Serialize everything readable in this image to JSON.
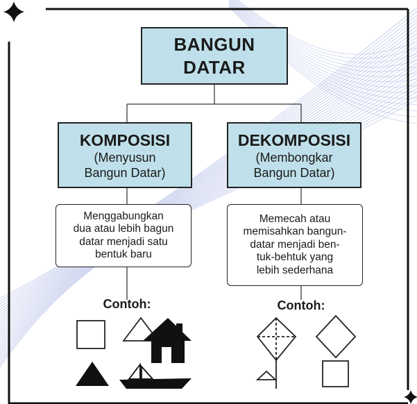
{
  "title": {
    "line1": "BANGUN",
    "line2": "DATAR"
  },
  "left": {
    "title": "KOMPOSISI",
    "subtitle_line1": "(Menyusun",
    "subtitle_line2": "Bangun Datar)",
    "description": [
      "Menggabungkan",
      "dua atau lebih bagun",
      "datar menjadi satu",
      "bentuk baru"
    ],
    "example_label": "Contoh:",
    "example_icons": [
      "square-icon",
      "triangle-icon",
      "house-icon",
      "filled-triangle-icon",
      "boat-icon"
    ]
  },
  "right": {
    "title": "DEKOMPOSISI",
    "subtitle_line1": "(Membongkar",
    "subtitle_line2": "Bangun Datar)",
    "description": [
      "Memecah atau",
      "memisahkan bangun-",
      "datar menjadi ben-",
      "tuk-behtuk yang",
      "lebih sederhana"
    ],
    "example_label": "Contoh:",
    "example_icons": [
      "kite-icon",
      "small-triangle-icon",
      "diamond-icon",
      "square-icon"
    ]
  },
  "colors": {
    "box_fill": "#bfe0ea",
    "stroke": "#222222",
    "wave_lines": "#b9c3e8"
  }
}
